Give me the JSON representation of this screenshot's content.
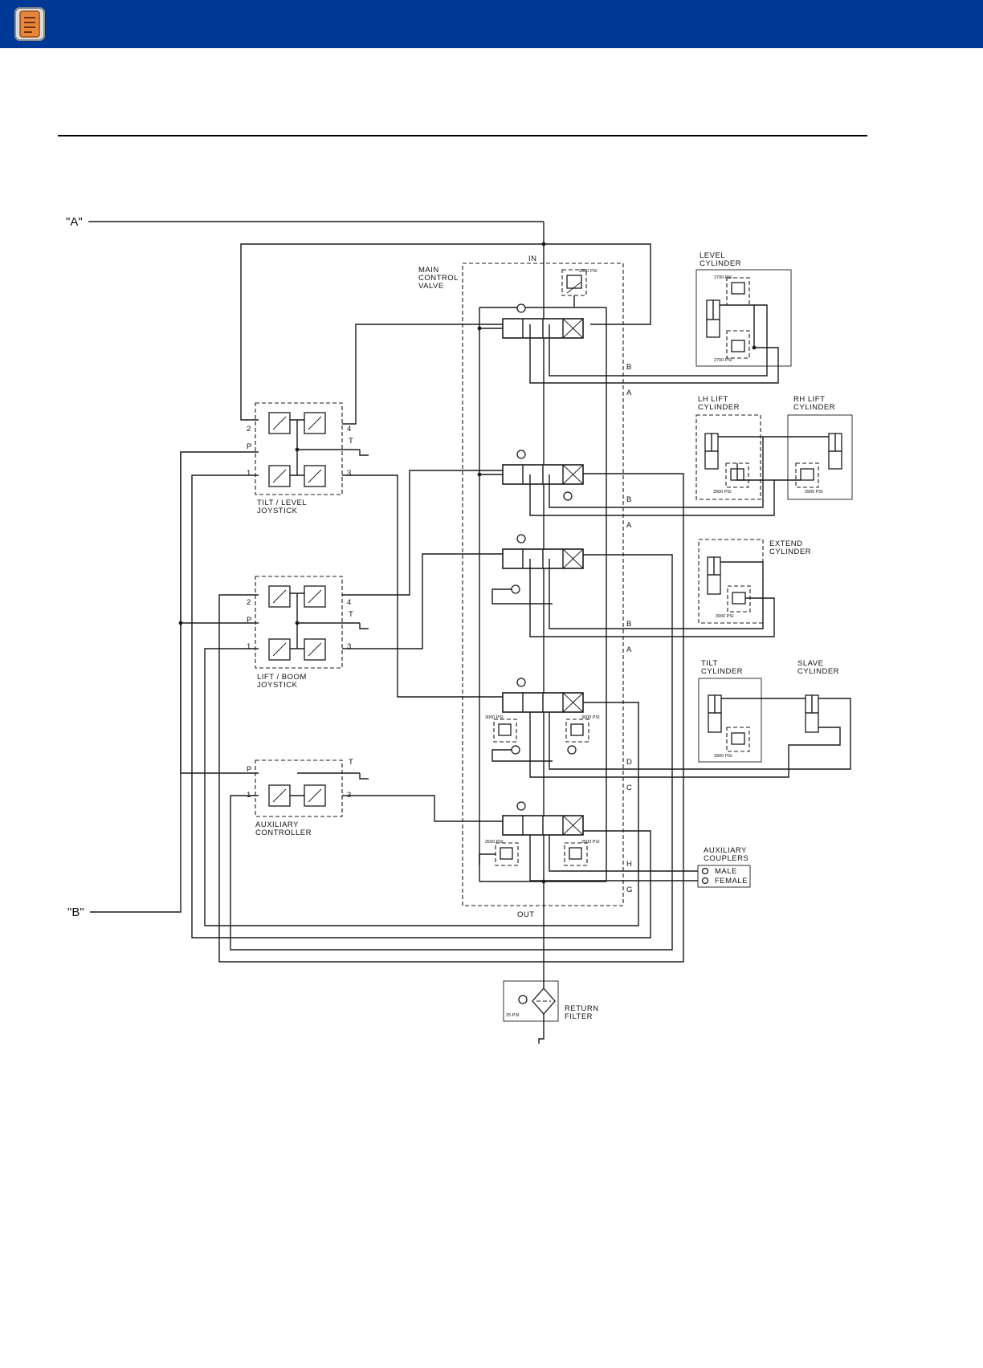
{
  "header": {
    "background_color": "#003896",
    "icon": "document-icon"
  },
  "diagram": {
    "refs": {
      "a": "\"A\"",
      "b": "\"B\""
    },
    "mcv": {
      "line1": "MAIN",
      "line2": "CONTROL",
      "line3": "VALVE",
      "in": "IN",
      "out": "OUT",
      "main_relief": "3000 PSI"
    },
    "ports": {
      "b1": "B",
      "a1": "A",
      "b2": "B",
      "a2": "A",
      "b3": "B",
      "a3": "A",
      "d": "D",
      "c": "C",
      "h": "H",
      "g": "G"
    },
    "joysticks": {
      "tilt_level": {
        "line1": "TILT / LEVEL",
        "line2": "JOYSTICK",
        "p2": "2",
        "pP": "P",
        "p1": "1",
        "p4": "4",
        "pT": "T",
        "p3": "3"
      },
      "lift_boom": {
        "line1": "LIFT / BOOM",
        "line2": "JOYSTICK",
        "p2": "2",
        "pP": "P",
        "p1": "1",
        "p4": "4",
        "pT": "T",
        "p3": "3"
      },
      "auxiliary": {
        "line1": "AUXILIARY",
        "line2": "CONTROLLER",
        "pP": "P",
        "p1": "1",
        "pT": "T",
        "p3": "3"
      }
    },
    "cylinders": {
      "level": {
        "line1": "LEVEL",
        "line2": "CYLINDER",
        "relief_top": "2700 PSI",
        "relief_bottom": "2700 PSI"
      },
      "lh_lift": {
        "line1": "LH LIFT",
        "line2": "CYLINDER",
        "relief": "3900 PSI"
      },
      "rh_lift": {
        "line1": "RH LIFT",
        "line2": "CYLINDER",
        "relief": "3900 PSI"
      },
      "extend": {
        "line1": "EXTEND",
        "line2": "CYLINDER",
        "relief": "3900 PSI"
      },
      "tilt": {
        "line1": "TILT",
        "line2": "CYLINDER",
        "relief": "3900 PSI"
      },
      "slave": {
        "line1": "SLAVE",
        "line2": "CYLINDER"
      }
    },
    "spool_reliefs": {
      "s4_left": "3000 PSI",
      "s4_right": "3000 PSI",
      "s5_left": "2500 PSI",
      "s5_right": "2500 PSI"
    },
    "couplers": {
      "line1": "AUXILIARY",
      "line2": "COUPLERS",
      "male": "MALE",
      "female": "FEMALE"
    },
    "filter": {
      "line1": "RETURN",
      "line2": "FILTER",
      "bypass": "25 PSI"
    }
  }
}
